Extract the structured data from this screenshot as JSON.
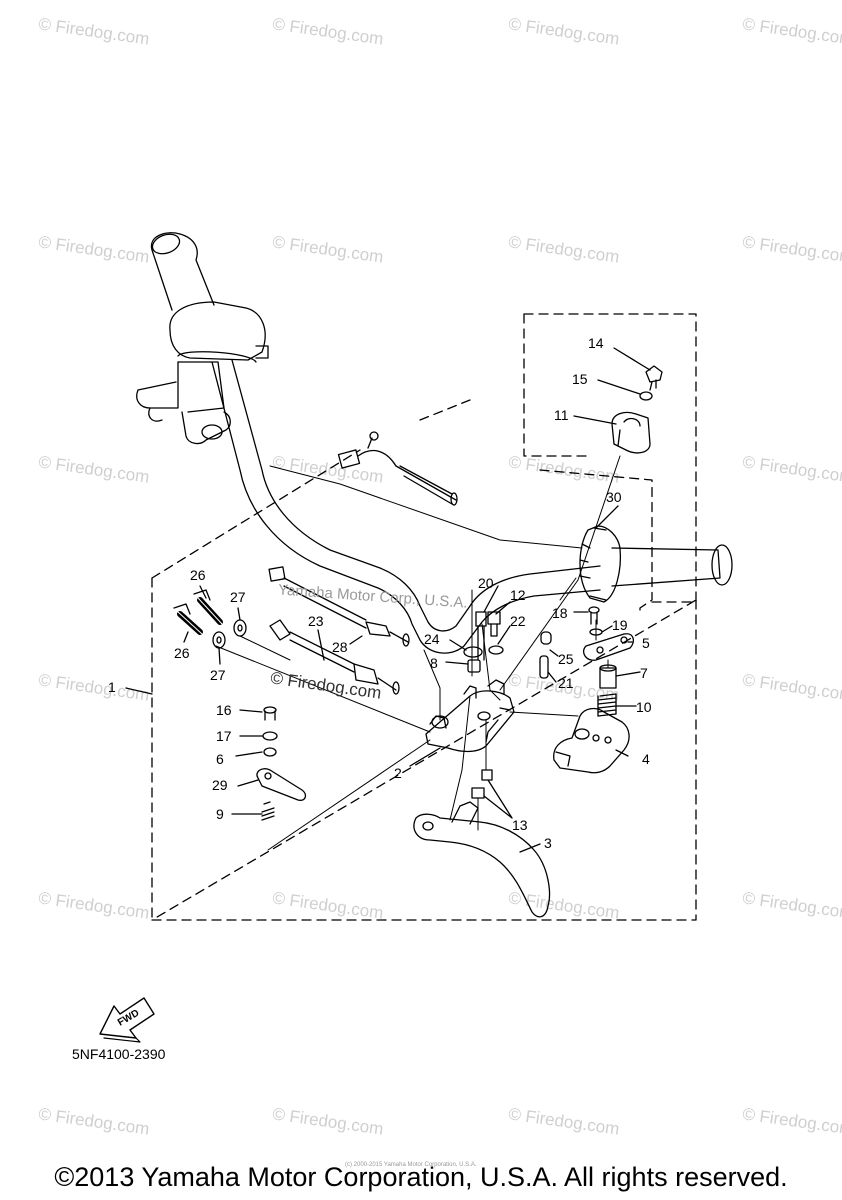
{
  "watermarks": {
    "text": "© Firedog.com",
    "center_text": "Yamaha Motor Corp., U.S.A."
  },
  "labels": {
    "p1": "1",
    "p2": "2",
    "p3": "3",
    "p4": "4",
    "p5": "5",
    "p6": "6",
    "p7": "7",
    "p8": "8",
    "p9": "9",
    "p10": "10",
    "p11": "11",
    "p12": "12",
    "p13": "13",
    "p14": "14",
    "p15": "15",
    "p16": "16",
    "p17": "17",
    "p18": "18",
    "p19": "19",
    "p20": "20",
    "p21": "21",
    "p22": "22",
    "p23": "23",
    "p24": "24",
    "p25": "25",
    "p26a": "26",
    "p26b": "26",
    "p27a": "27",
    "p27b": "27",
    "p28": "28",
    "p29": "29",
    "p30": "30"
  },
  "fwd_label": "FWD",
  "part_code": "5NF4100-2390",
  "tiny_copyright": "(c) 2000-2015 Yamaha Motor Corporation, U.S.A.",
  "copyright": "©2013 Yamaha Motor Corporation, U.S.A. All rights reserved.",
  "colors": {
    "line": "#000000",
    "watermark": "#cfcfcf"
  }
}
